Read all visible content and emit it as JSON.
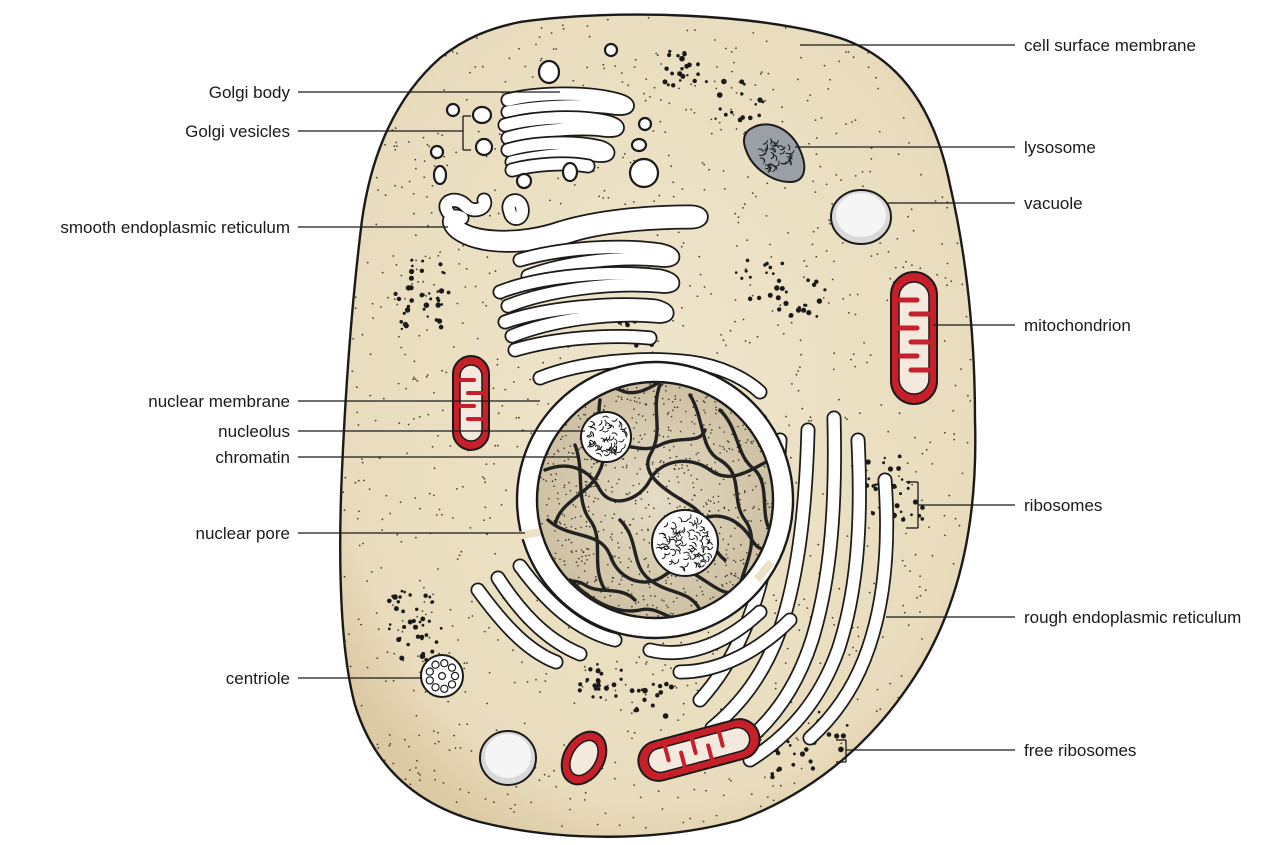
{
  "labels": {
    "golgi_body": "Golgi body",
    "golgi_vesicles": "Golgi vesicles",
    "smooth_er": "smooth endoplasmic reticulum",
    "nuclear_membrane": "nuclear membrane",
    "nucleolus": "nucleolus",
    "chromatin": "chromatin",
    "nuclear_pore": "nuclear pore",
    "centriole": "centriole",
    "cell_surface_membrane": "cell surface membrane",
    "lysosome": "lysosome",
    "vacuole": "vacuole",
    "mitochondrion": "mitochondrion",
    "ribosomes": "ribosomes",
    "rough_er": "rough endoplasmic reticulum",
    "free_ribosomes": "free ribosomes"
  },
  "colors": {
    "cytoplasm": "#ece1c6",
    "cytoplasm_edge": "#d8c7a2",
    "outline": "#1a1a1a",
    "mitochondrion": "#c8202a",
    "lysosome": "#9aa0a6",
    "nucleoplasm": "#d8ccb2",
    "organelle_fill": "#ffffff"
  }
}
